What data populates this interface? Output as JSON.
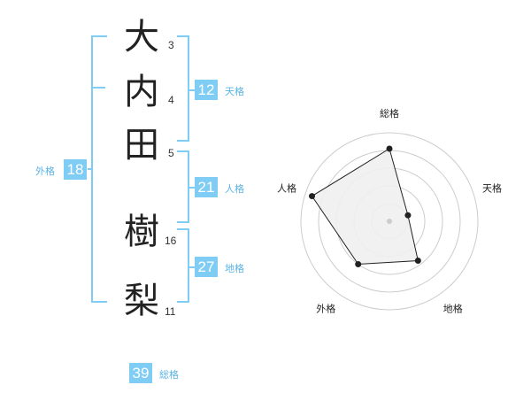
{
  "name_chars": [
    {
      "char": "大",
      "strokes": "3"
    },
    {
      "char": "内",
      "strokes": "4"
    },
    {
      "char": "田",
      "strokes": "5"
    },
    {
      "char": "樹",
      "strokes": "16"
    },
    {
      "char": "梨",
      "strokes": "11"
    }
  ],
  "kakusu": {
    "tenkaku": {
      "value": "12",
      "label": "天格"
    },
    "jinkaku": {
      "value": "21",
      "label": "人格"
    },
    "chikaku": {
      "value": "27",
      "label": "地格"
    },
    "gaikaku": {
      "value": "18",
      "label": "外格"
    },
    "soukaku": {
      "value": "39",
      "label": "総格"
    }
  },
  "chart_data": {
    "type": "radar",
    "axes": [
      "総格",
      "天格",
      "地格",
      "外格",
      "人格"
    ],
    "values": [
      0.82,
      0.22,
      0.55,
      0.6,
      0.92
    ],
    "range": [
      0,
      1
    ],
    "rings": 5,
    "colors": {
      "fill": "#f0f0f0",
      "line": "#222222",
      "ring": "#cccccc",
      "center": "#cccccc"
    }
  }
}
